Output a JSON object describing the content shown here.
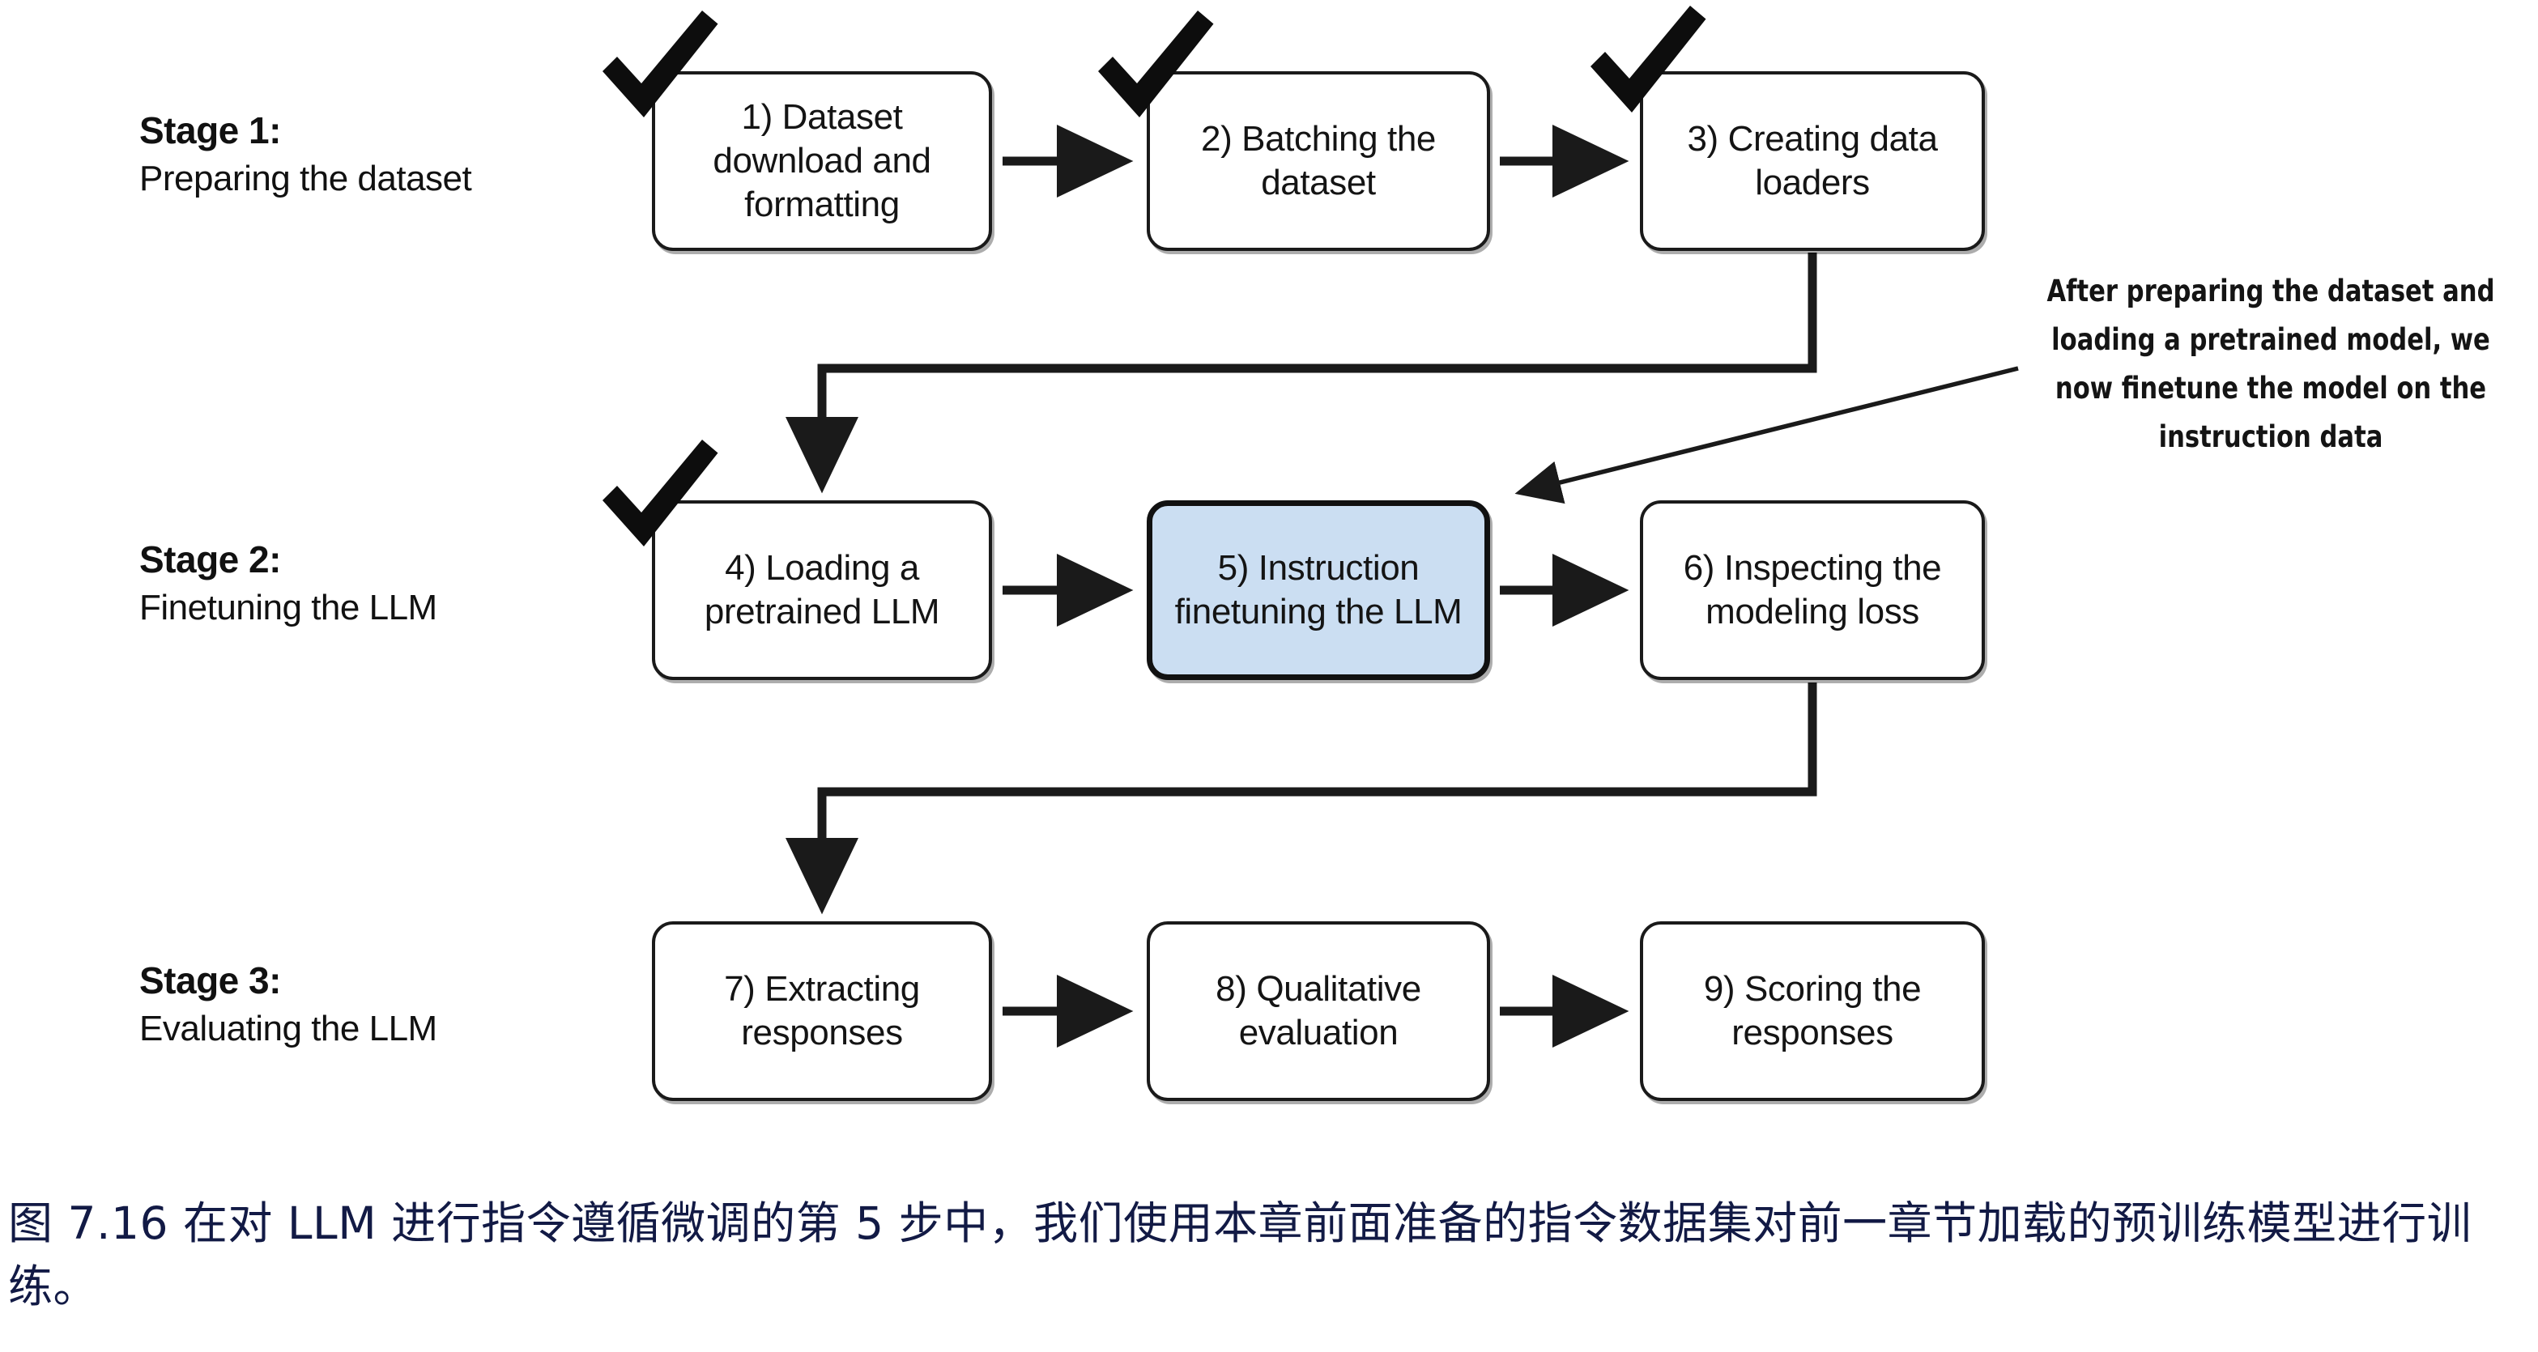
{
  "figure": {
    "title_id": "7.16",
    "caption": "图 7.16 在对 LLM 进行指令遵循微调的第 5 步中，我们使用本章前面准备的指令数据集对前一章节加载的预训练模型进行训练。",
    "caption_color": "#121a45",
    "highlight_color": "#cbdef2",
    "line_color": "#1a1a1a"
  },
  "stages": [
    {
      "title": "Stage 1:",
      "subtitle": "Preparing the dataset"
    },
    {
      "title": "Stage 2:",
      "subtitle": "Finetuning the LLM"
    },
    {
      "title": "Stage 3:",
      "subtitle": "Evaluating the LLM"
    }
  ],
  "nodes": [
    {
      "id": 1,
      "label": "1) Dataset download and formatting",
      "done": true,
      "highlighted": false
    },
    {
      "id": 2,
      "label": "2) Batching the dataset",
      "done": true,
      "highlighted": false
    },
    {
      "id": 3,
      "label": "3) Creating data loaders",
      "done": true,
      "highlighted": false
    },
    {
      "id": 4,
      "label": "4) Loading a pretrained LLM",
      "done": true,
      "highlighted": false
    },
    {
      "id": 5,
      "label": "5) Instruction finetuning the LLM",
      "done": false,
      "highlighted": true
    },
    {
      "id": 6,
      "label": "6) Inspecting the modeling loss",
      "done": false,
      "highlighted": false
    },
    {
      "id": 7,
      "label": "7) Extracting responses",
      "done": false,
      "highlighted": false
    },
    {
      "id": 8,
      "label": "8) Qualitative evaluation",
      "done": false,
      "highlighted": false
    },
    {
      "id": 9,
      "label": "9) Scoring the responses",
      "done": false,
      "highlighted": false
    }
  ],
  "annotation": {
    "lines": [
      "After preparing the dataset and",
      "loading a pretrained model, we",
      "now finetune the model on the",
      "instruction data"
    ],
    "target_node": 5
  },
  "icons": {
    "check": "check-mark-icon",
    "arrow": "arrow-right-icon"
  }
}
